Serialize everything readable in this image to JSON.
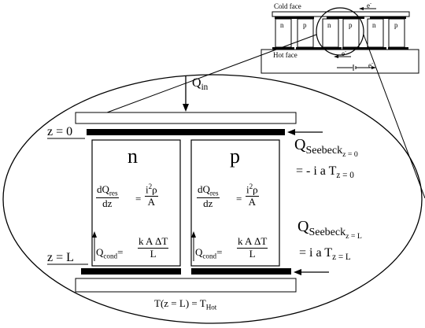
{
  "inset": {
    "cold_face": "Cold face",
    "hot_face": "Hot face",
    "electron": "e",
    "legs": [
      "n",
      "p",
      "n",
      "p",
      "n",
      "p"
    ]
  },
  "main": {
    "q_in": "Q",
    "q_in_sub": "in",
    "z0": "z = 0",
    "zL": "z = L",
    "n_label": "n",
    "p_label": "p",
    "dq_num": "dQ",
    "dq_num_sub": "res",
    "dq_den": "dz",
    "eq": "=",
    "i2rho_num": "i",
    "i2rho_sup": "2",
    "rho": "ρ",
    "A": "A",
    "qcond": "Q",
    "qcond_sub": "cond",
    "kadt": "k A ΔT",
    "L": "L",
    "seebeck0_Q": "Q",
    "seebeck0_sub": "Seebeck",
    "seebeck0_subsub": "z = 0",
    "seebeck0_eq": "= - i a T",
    "seebeck0_eq_sub": "z = 0",
    "seebeckL_Q": "Q",
    "seebeckL_sub": "Seebeck",
    "seebeckL_subsub": "z = L",
    "seebeckL_eq": "= i a T",
    "seebeckL_eq_sub": "z = L",
    "thot_left": "T(z = L) = T",
    "thot_sub": "Hot"
  }
}
